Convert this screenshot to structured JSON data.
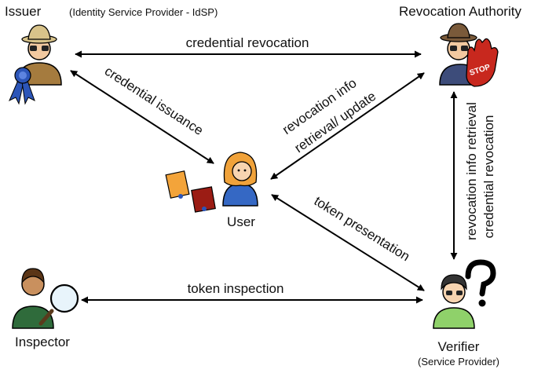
{
  "actors": {
    "issuer": {
      "name": "Issuer",
      "subtitle": "(Identity Service Provider - IdSP)"
    },
    "revocation_authority": {
      "name": "Revocation Authority",
      "stop_text": "STOP"
    },
    "user": {
      "name": "User"
    },
    "inspector": {
      "name": "Inspector"
    },
    "verifier": {
      "name": "Verifier",
      "subtitle": "(Service Provider)"
    }
  },
  "edges": {
    "credential_revocation": "credential revocation",
    "credential_issuance": "credential issuance",
    "revocation_info_line1": "revocation info",
    "revocation_info_line2": "retrieval/ update",
    "ra_verifier_line1": "revocation info retrieval",
    "ra_verifier_line2": "credential revocation",
    "token_presentation": "token presentation",
    "token_inspection": "token inspection"
  }
}
